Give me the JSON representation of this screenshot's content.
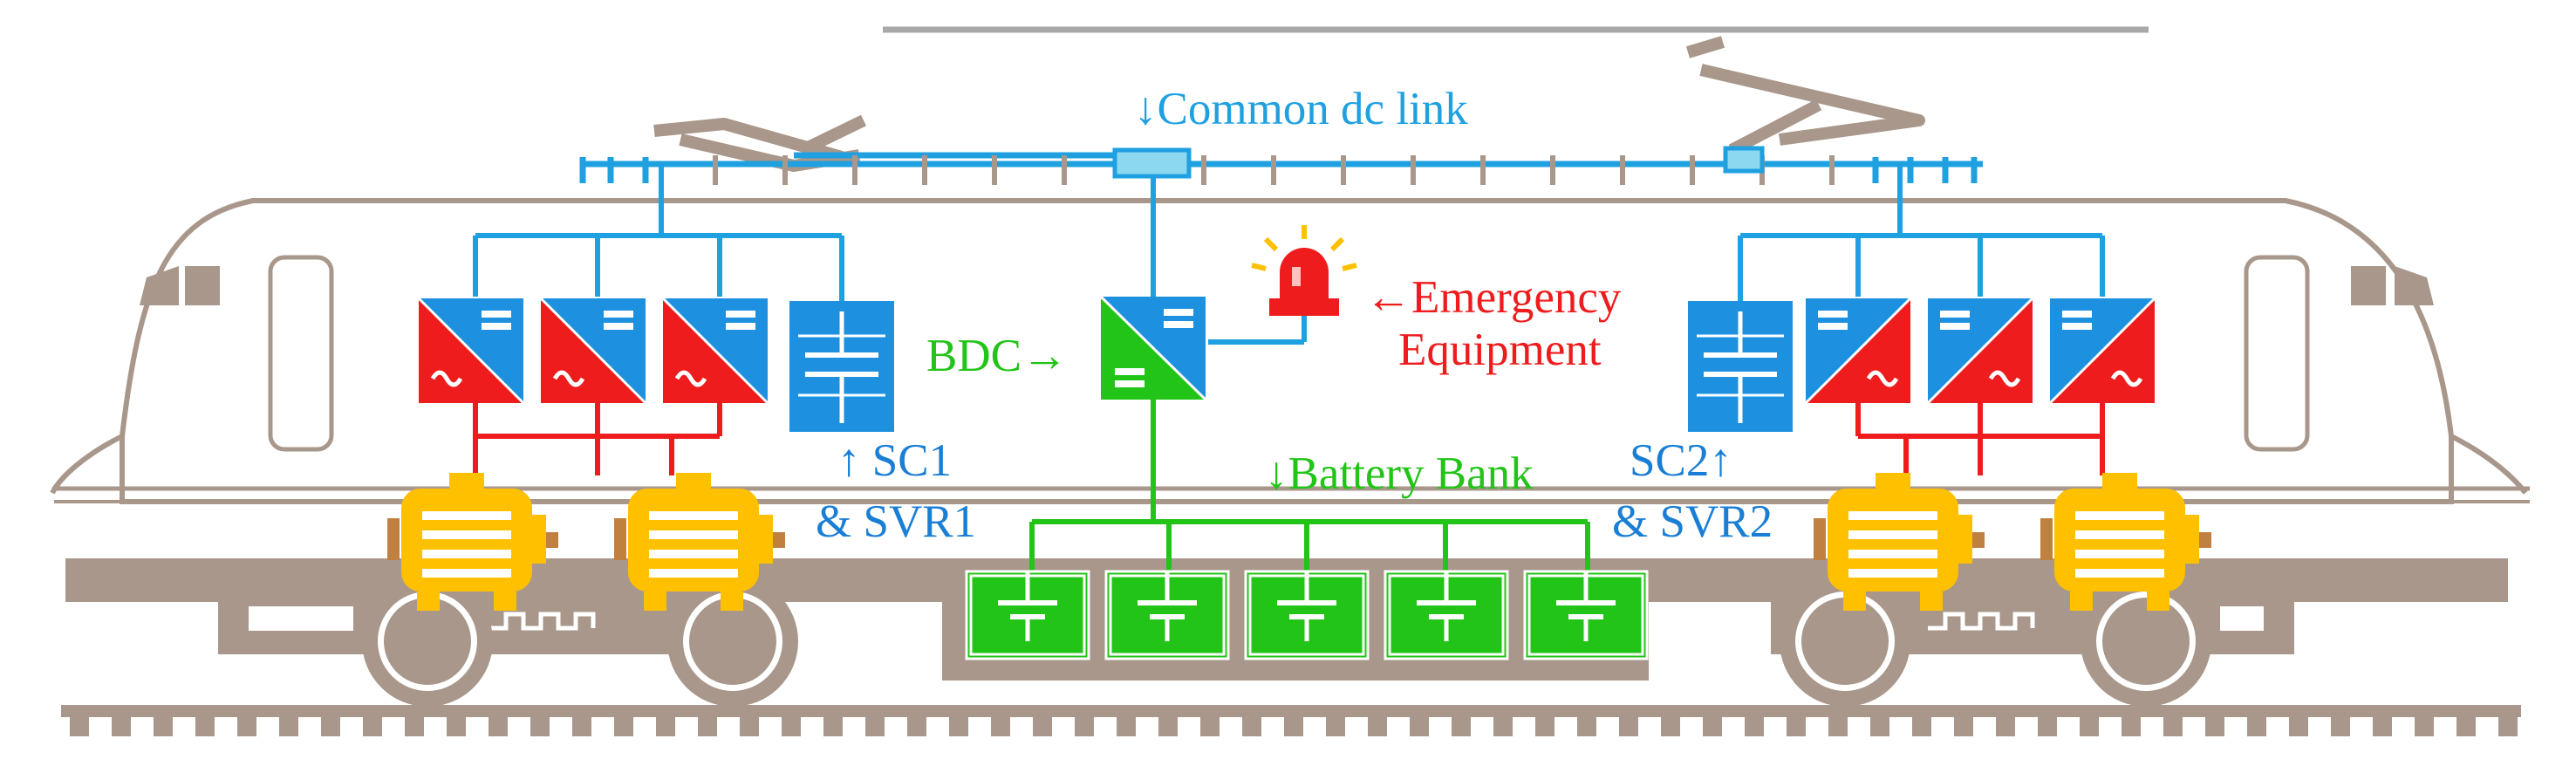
{
  "labels": {
    "dc_link": "↓Common dc link",
    "bdc": "BDC→",
    "emergency_line1": "←Emergency",
    "emergency_line2": "Equipment",
    "battery_bank": "↓Battery Bank",
    "sc1_line1": "↑ SC1",
    "sc1_line2": "& SVR1",
    "sc2_line1": "SC2↑",
    "sc2_line2": "& SVR2"
  },
  "colors": {
    "train_body": "#a8978a",
    "train_light": "#ede9e6",
    "dc_link": "#1fa0e0",
    "ac_wire": "#ee1c1c",
    "battery": "#22c417",
    "motor": "#ffc000",
    "converter_blue": "#1e90e0",
    "converter_red": "#ee1c1c",
    "bdc_green": "#22c417",
    "label_blue": "#1a7fd4",
    "label_green": "#22c417",
    "label_red": "#ee1c1c"
  },
  "icons": [
    "pantograph-icon",
    "converter-icon",
    "supercapacitor-icon",
    "motor-icon",
    "battery-cell-icon",
    "beacon-icon",
    "wheel-icon"
  ]
}
